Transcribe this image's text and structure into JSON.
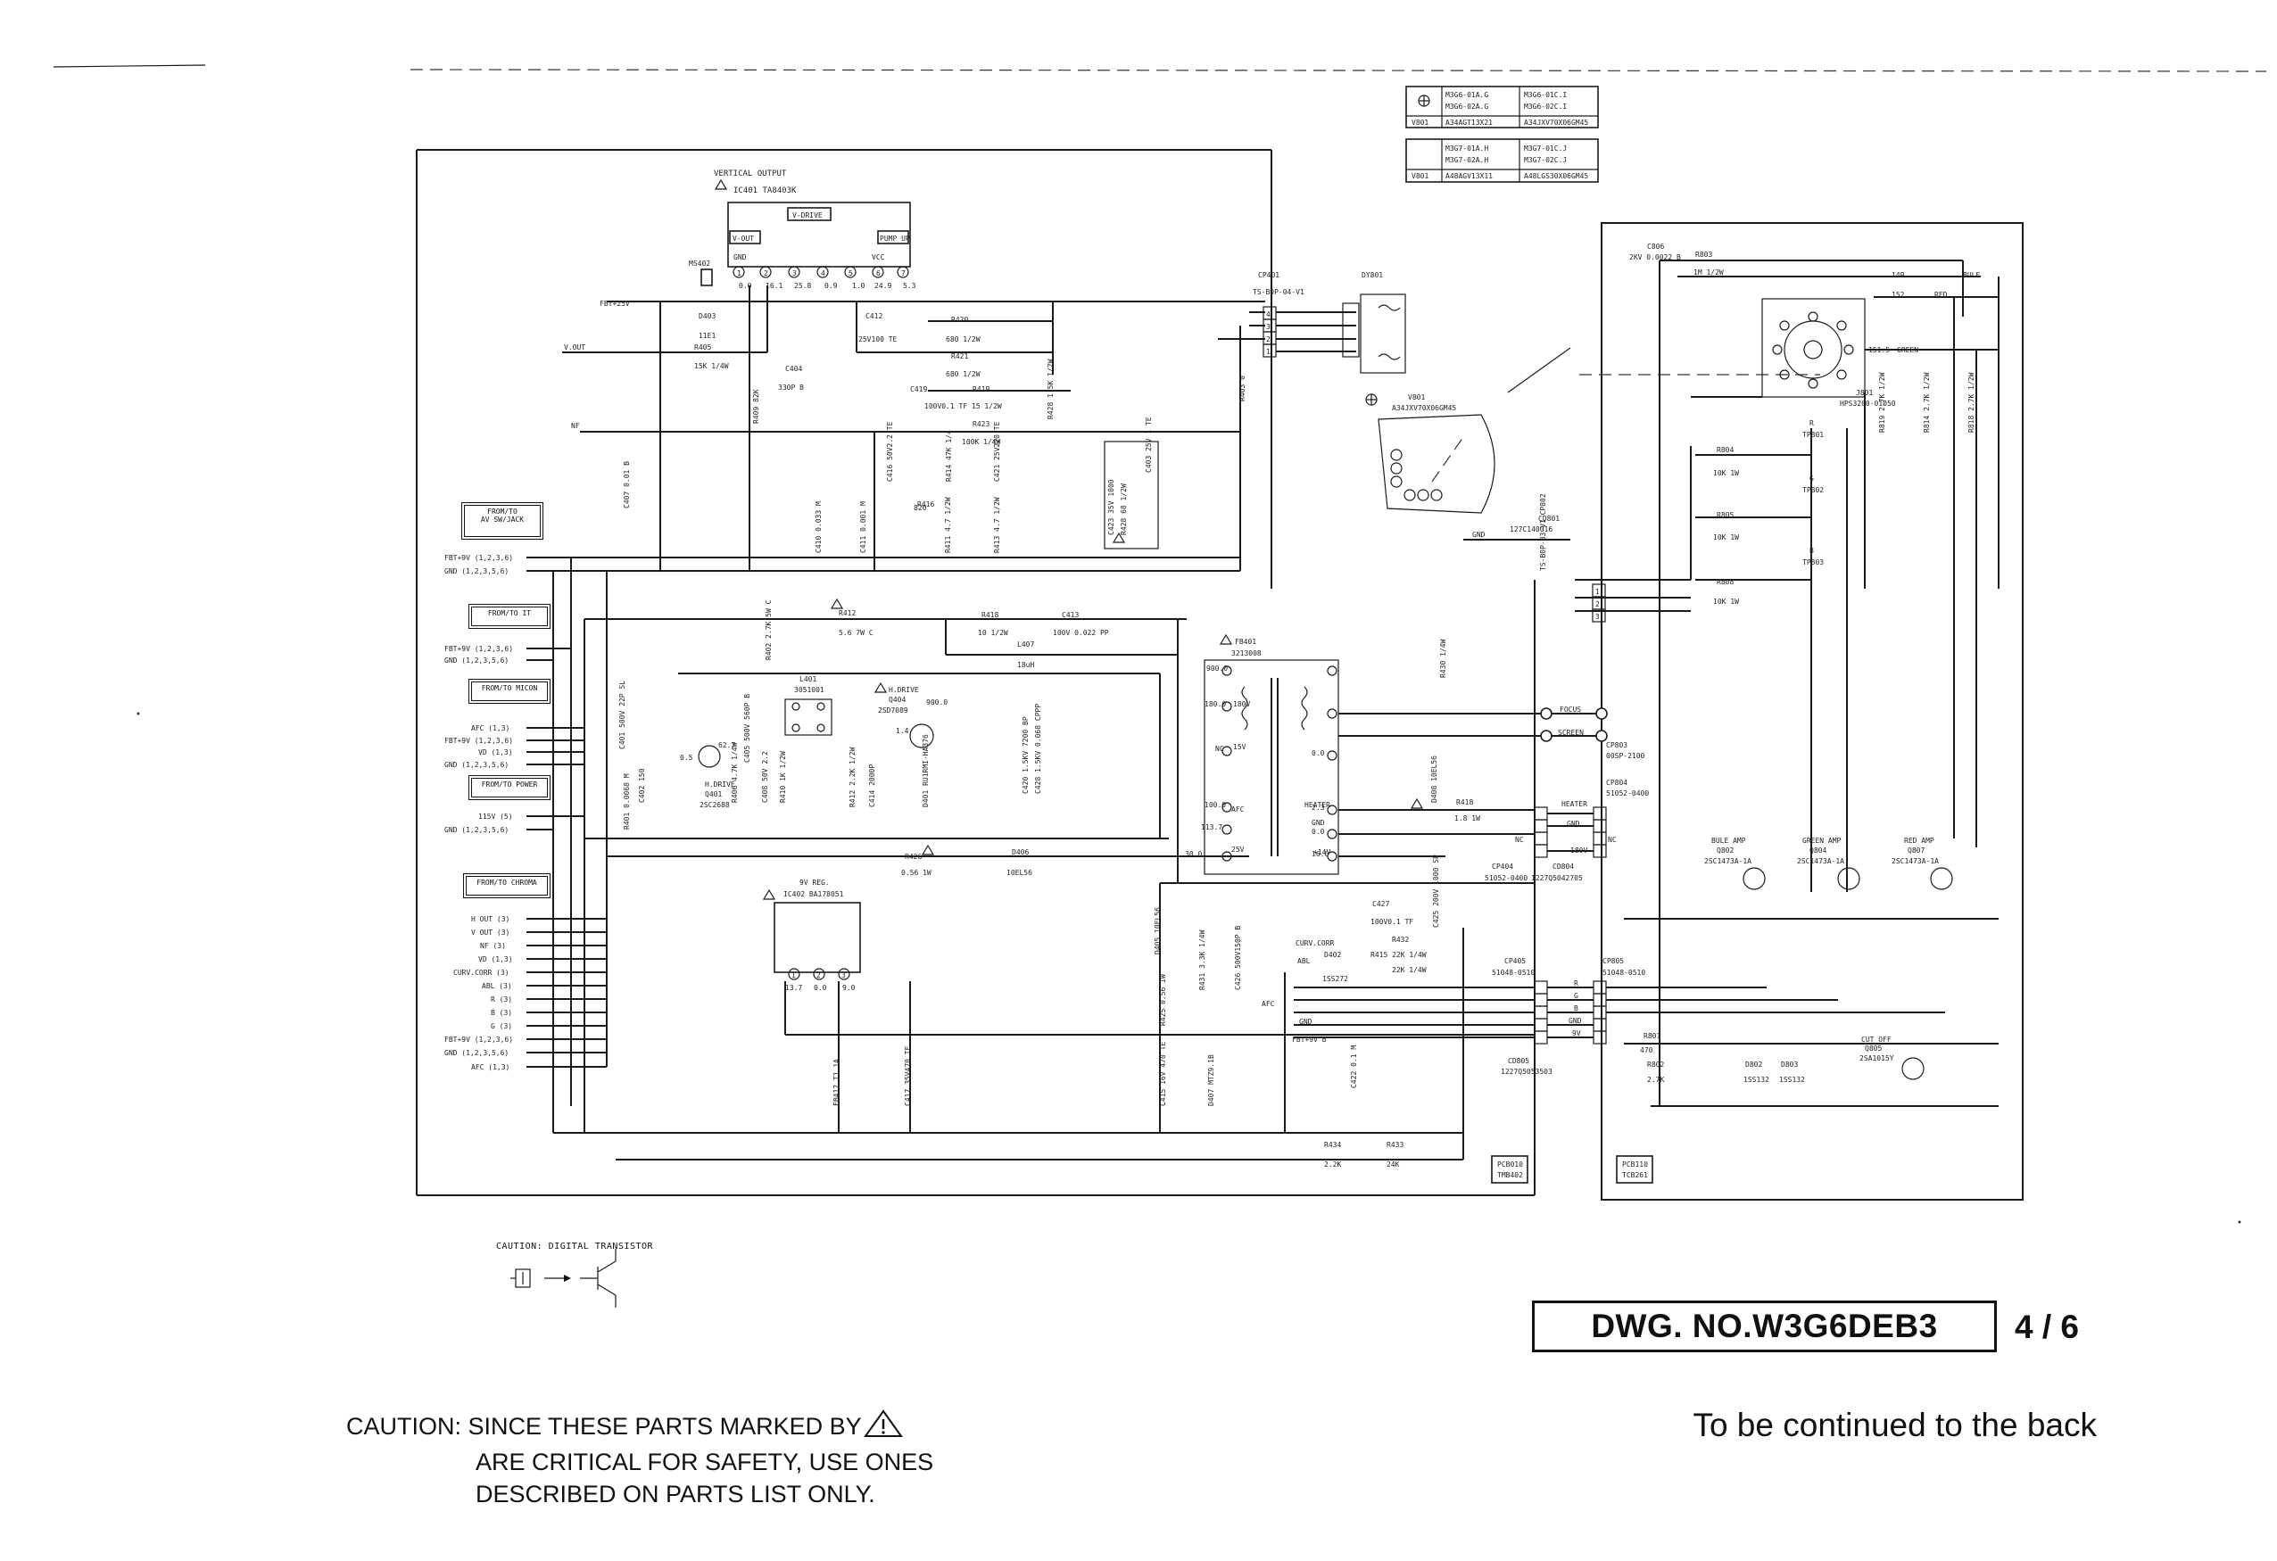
{
  "drawing": {
    "number": "DWG. NO.W3G6DEB3",
    "page": "4 / 6",
    "continued": "To be continued to the back"
  },
  "caution": {
    "line1_prefix": "CAUTION: SINCE THESE PARTS MARKED BY",
    "line2": "ARE CRITICAL FOR SAFETY, USE ONES",
    "line3": "DESCRIBED ON PARTS LIST ONLY.",
    "digital_transistor": "CAUTION: DIGITAL TRANSISTOR"
  },
  "connector_boxes": {
    "av": "FROM/TO\nAV SW/JACK",
    "it": "FROM/TO  IT",
    "micon": "FROM/TO MICON",
    "power": "FROM/TO POWER",
    "chroma": "FROM/TO CHROMA"
  },
  "left_signals": [
    "FBT+9V (1,2,3,6)",
    "GND (1,2,3,5,6)",
    "FBT+9V (1,2,3,6)",
    "GND (1,2,3,5,6)",
    "AFC (1,3)",
    "FBT+9V (1,2,3,6)",
    "VD (1,3)",
    "GND (1,2,3,5,6)",
    "115V (5)",
    "GND (1,2,3,5,6)",
    "H OUT (3)",
    "V OUT (3)",
    "NF (3)",
    "VD (1,3)",
    "CURV.CORR (3)",
    "ABL (3)",
    "R (3)",
    "B (3)",
    "G (3)",
    "FBT+9V (1,2,3,6)",
    "GND (1,2,3,5,6)",
    "AFC (1,3)"
  ],
  "crt_table": {
    "rows_a": [
      [
        "⊕",
        "M3G6-01A.G\nM3G6-02A.G",
        "M3G6-01C.I\nM3G6-02C.I"
      ],
      [
        "V801",
        "A34AGT13X21",
        "A34JXV70X06GM45"
      ]
    ],
    "rows_b": [
      [
        "",
        "M3G7-01A.H\nM3G7-02A.H",
        "M3G7-01C.J\nM3G7-02C.J"
      ],
      [
        "V801",
        "A48AGV13X11",
        "A48LGS30X06GM45"
      ]
    ]
  },
  "components": {
    "ic401": "IC401  TA8403K",
    "vertical_output": "VERTICAL OUTPUT",
    "v_drive": "V-DRIVE",
    "v_out": "V-OUT",
    "pump_up": "PUMP UP",
    "ic401_pins": [
      "1",
      "2",
      "3",
      "4",
      "5",
      "6",
      "7"
    ],
    "ic401_volts": [
      "0.0",
      "16.1",
      "25.8",
      "0.9",
      "1.0",
      "24.9",
      "5.3"
    ],
    "fbt": "FB401  3213008",
    "ic402": "IC402  BA178051",
    "ic402_title": "9V REG.",
    "ic402_pins": [
      "1",
      "2",
      "3"
    ],
    "ic402_volts": [
      "13.7",
      "0.0",
      "9.0"
    ],
    "l401": "L401  3051001",
    "q401": "Q401  2SC2688",
    "q401_title": "H.DRIVE",
    "q404": "Q404  2SD7089",
    "q404_title": "H.DRIVE",
    "dy801": "DY801",
    "v801": "V801  A34JXV70X06GM45",
    "j801": "J801  HPS3200-01050",
    "cp401": "CP401  TS-B0P-04-V1",
    "cp802": "CP802  TS-B0P-03-V1",
    "cp803": "CP803  00SP-2100",
    "cp804": "CP804  51052-0400",
    "cp404": "CP404  51052-0400",
    "cd804": "CD804  1227Q5042705",
    "cp405": "CP405  51048-0510",
    "cp805": "CP805  51048-0510",
    "cd805": "CD805  1227Q5053503",
    "cd801": "CD801  127C140016",
    "pcb_a": "PCB010\nTMB402",
    "pcb_b": "PCB110\nTCB261",
    "q802": "BULE AMP  Q802  2SC1473A-1A",
    "q804": "GREEN AMP  Q804  2SC1473A-1A",
    "q807": "RED AMP  Q807  2SC1473A-1A",
    "q805": "CUT OFF  Q805  2SA1015Y",
    "focus": "FOCUS",
    "screen": "SCREEN",
    "heater": "HEATER",
    "gnd": "GND",
    "180v": "180V",
    "nc": "NC",
    "bule": "BULE",
    "red": "RED",
    "green": "GREEN",
    "rgb": [
      "R",
      "G",
      "B"
    ],
    "tp": [
      "TP801",
      "TP802",
      "TP803"
    ],
    "r804": "R804  10K 1W",
    "r805": "R805  10K 1W",
    "r808": "R808  10K 1W",
    "c806": "C806  2KV 0.0022 B",
    "r803": "R803  1M 1/2W",
    "v149": "149",
    "v152": "152",
    "v151": "151.5",
    "r420": "R420  680 1/2W",
    "r421": "R421  680 1/2W",
    "c419": "C419  100V0.1 TF",
    "r419": "R419  15 1/2W",
    "c412": "C412  25V100 TE",
    "c404": "C404  330P B",
    "r405": "R405  15K 1/4W",
    "d403": "D403  11E1",
    "r412": "R412  5.6 7W C",
    "r418": "R418  10 1/2W",
    "c413": "C413  100V 0.022 PP",
    "l407": "L407  18uH",
    "r426": "R426  0.56 1W",
    "d406": "D406  10EL56",
    "r434": "R434  2.2K",
    "r433": "R433  24K",
    "c427": "C427  100V0.1 TF",
    "d402": "D402  1SS272",
    "r415": "R415  22K 1/4W",
    "r432": "R432  22K 1/4W",
    "curv_corr": "CURV.CORR",
    "abl": "ABL",
    "afc": "AFC",
    "fbt_9v": "FBT+9V B",
    "gnd_w": "GND",
    "fbt_25v": "FBT+25V",
    "v_out_w": "V.OUT",
    "nf": "NF",
    "ms402": "MS402",
    "hv": "900.0",
    "v180": "180.0",
    "v115": "115",
    "v100": "100.0",
    "v113": "113.7",
    "v30": "30.0",
    "pin_v": [
      "0.0",
      "2.3",
      "0.0",
      "16.0"
    ],
    "v25": "25V",
    "v15v": "15V",
    "v9v": "9V",
    "r401": "R401 0.0068 M",
    "c402": "C402 150",
    "c401": "C401  500V 22P SL",
    "q_v05": "0.5",
    "q_v1": "1.4",
    "q_v900": "900.0",
    "q_v62": "62.7"
  }
}
